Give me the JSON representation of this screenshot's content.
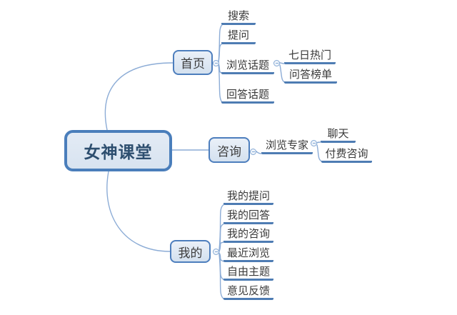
{
  "colors": {
    "node_border": "#4a7ebb",
    "node_fill": "#dce6f1",
    "underline": "#4e7cb3",
    "connector_line": "#8cacd6",
    "root_text": "#2d4e6f",
    "topic_text": "#3a3a3a",
    "background": "#ffffff"
  },
  "icons": {
    "collapse": "minus-in-circle"
  },
  "mindmap": {
    "root": {
      "label": "女神课堂"
    },
    "branches": [
      {
        "label": "首页",
        "children": [
          {
            "label": "搜索"
          },
          {
            "label": "提问"
          },
          {
            "label": "浏览话题",
            "children": [
              {
                "label": "七日热门"
              },
              {
                "label": "问答榜单"
              }
            ]
          },
          {
            "label": "回答话题"
          }
        ]
      },
      {
        "label": "咨询",
        "children": [
          {
            "label": "浏览专家",
            "children": [
              {
                "label": "聊天"
              },
              {
                "label": "付费咨询"
              }
            ]
          }
        ]
      },
      {
        "label": "我的",
        "children": [
          {
            "label": "我的提问"
          },
          {
            "label": "我的回答"
          },
          {
            "label": "我的咨询"
          },
          {
            "label": "最近浏览"
          },
          {
            "label": "自由主题"
          },
          {
            "label": "意见反馈"
          }
        ]
      }
    ]
  }
}
